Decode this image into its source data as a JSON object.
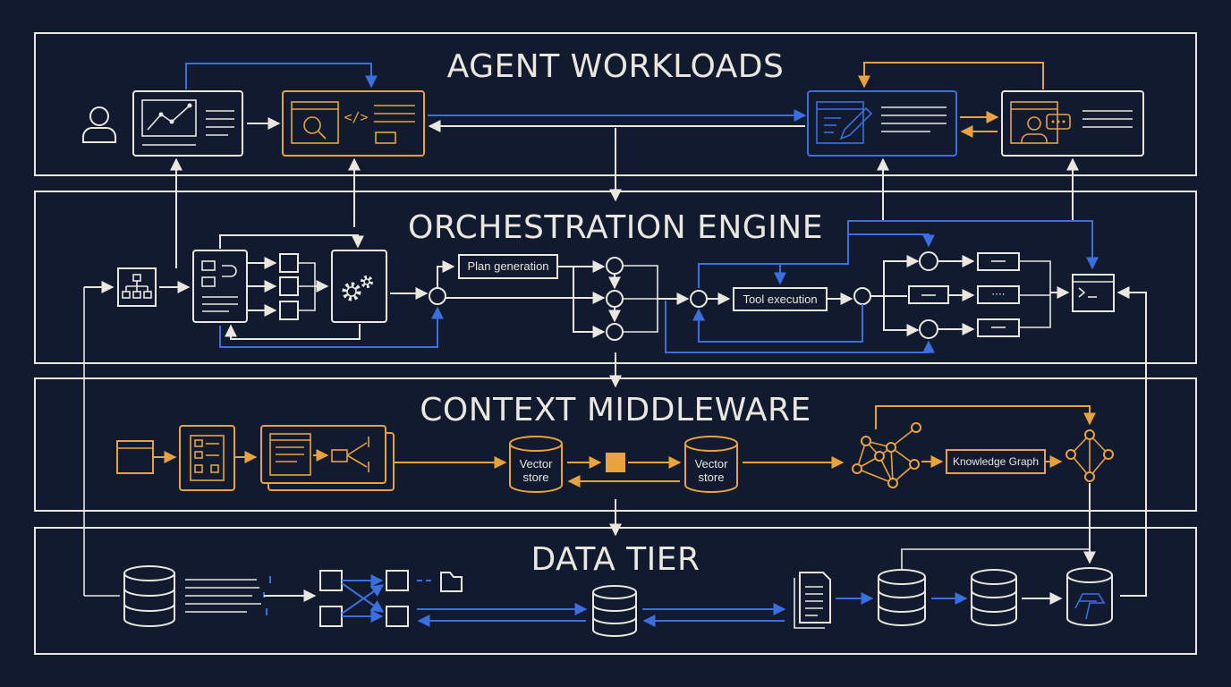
{
  "layers": {
    "agent_workloads": "AGENT WORKLOADS",
    "orchestration_engine": "ORCHESTRATION ENGINE",
    "context_middleware": "CONTEXT MIDDLEWARE",
    "data_tier": "DATA TIER"
  },
  "nodes": {
    "plan_generation": "Plan generation",
    "tool_execution": "Tool execution",
    "vector_store_line1": "Vector",
    "vector_store_line2": "store",
    "knowledge_graph": "Knowledge Graph"
  },
  "colors": {
    "background": "#111a2e",
    "line": "#e9e7df",
    "accent_orange": "#e8a33d",
    "accent_blue": "#3b6fe0"
  },
  "icons": [
    "user-icon",
    "chart-icon",
    "search-icon",
    "code-icon",
    "edit-icon",
    "support-agent-icon",
    "hierarchy-icon",
    "gear-icon",
    "terminal-icon",
    "browser-window-icon",
    "form-icon",
    "cylinder-icon",
    "network-graph-icon",
    "database-icon",
    "document-icon",
    "folder-icon",
    "cloud-storage-icon"
  ]
}
